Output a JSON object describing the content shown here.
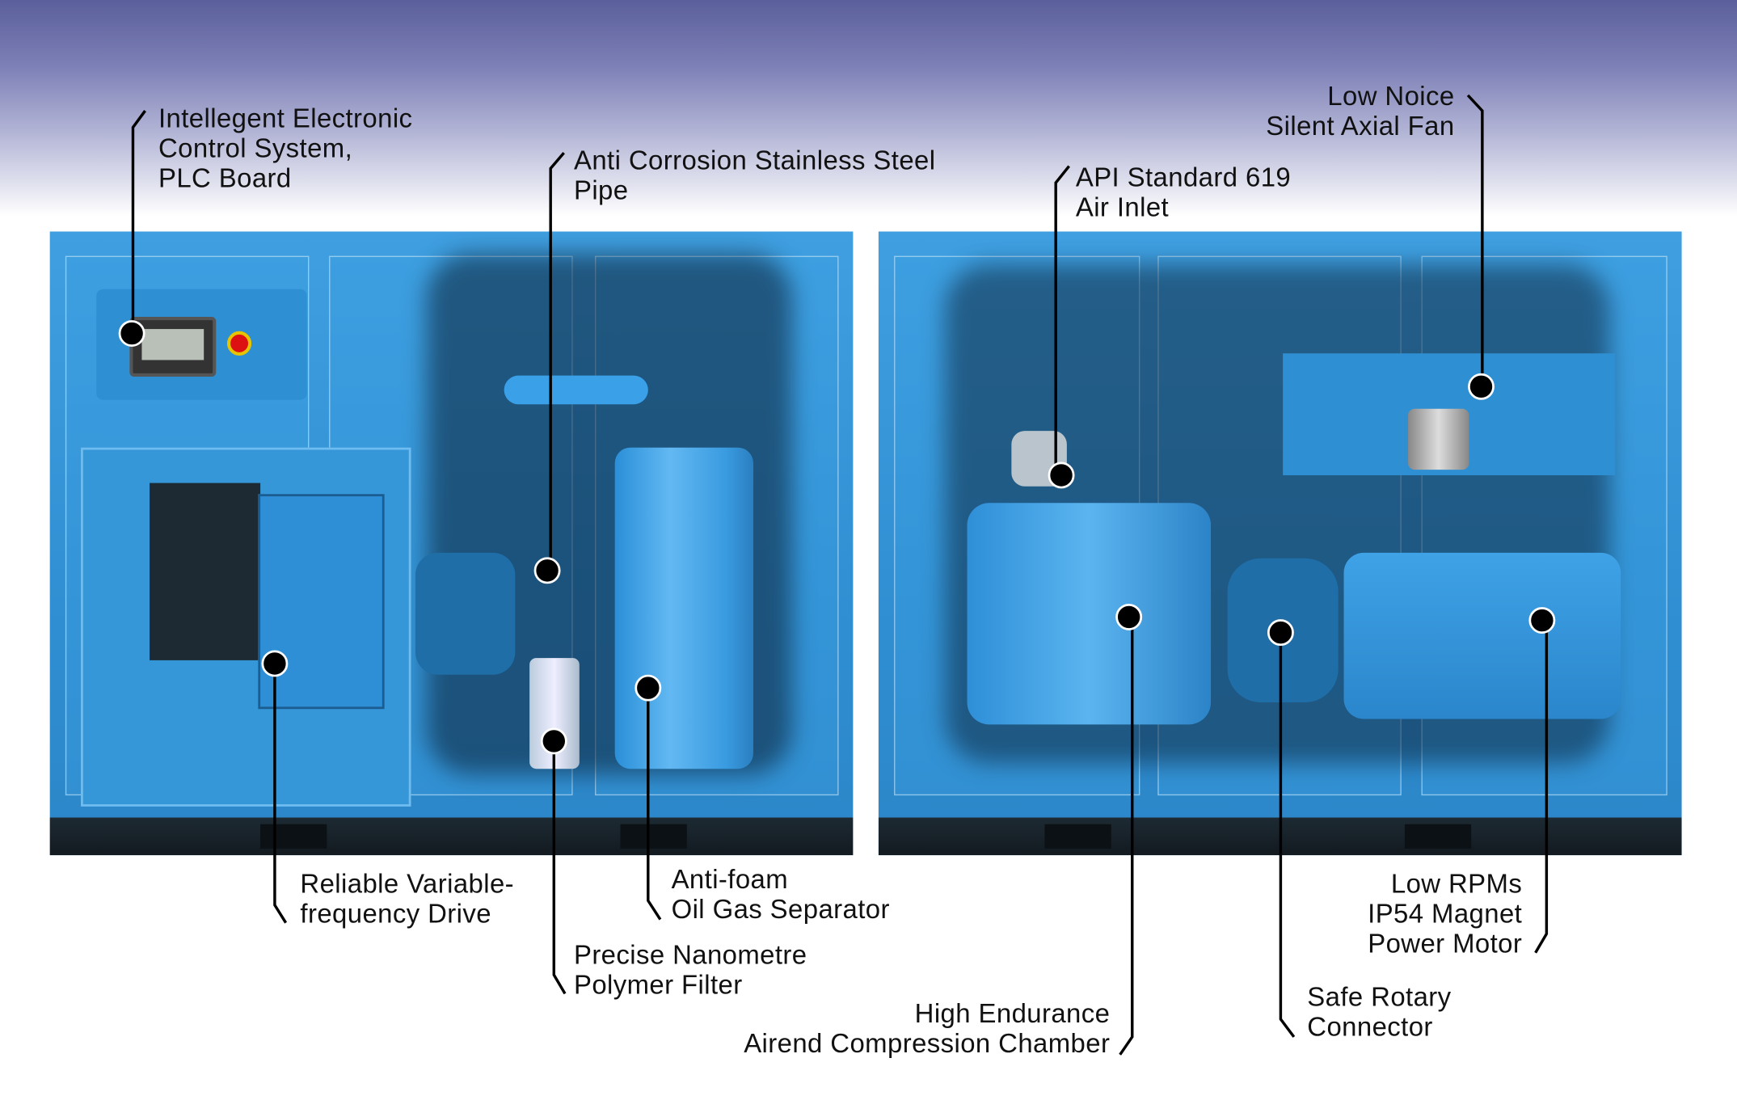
{
  "labels": {
    "control": [
      "Intellegent Electronic",
      "Control System,",
      "PLC Board"
    ],
    "pipe": [
      "Anti Corrosion Stainless Steel",
      "Pipe"
    ],
    "air_inlet": [
      "API Standard 619",
      "Air Inlet"
    ],
    "fan": [
      "Low Noice",
      "Silent Axial Fan"
    ],
    "vfd": [
      "Reliable Variable-",
      "frequency Drive"
    ],
    "separator": [
      "Anti-foam",
      "Oil Gas Separator"
    ],
    "filter": [
      "Precise Nanometre",
      "Polymer Filter"
    ],
    "airend": [
      "High Endurance",
      "Airend Compression Chamber"
    ],
    "rotary": [
      "Safe Rotary",
      "Connector"
    ],
    "motor": [
      "Low RPMs",
      "IP54 Magnet",
      "Power Motor"
    ]
  },
  "colors": {
    "panel_blue": "#3a9ad9",
    "leader": "#000000",
    "header_top": "#5b5f9b"
  }
}
